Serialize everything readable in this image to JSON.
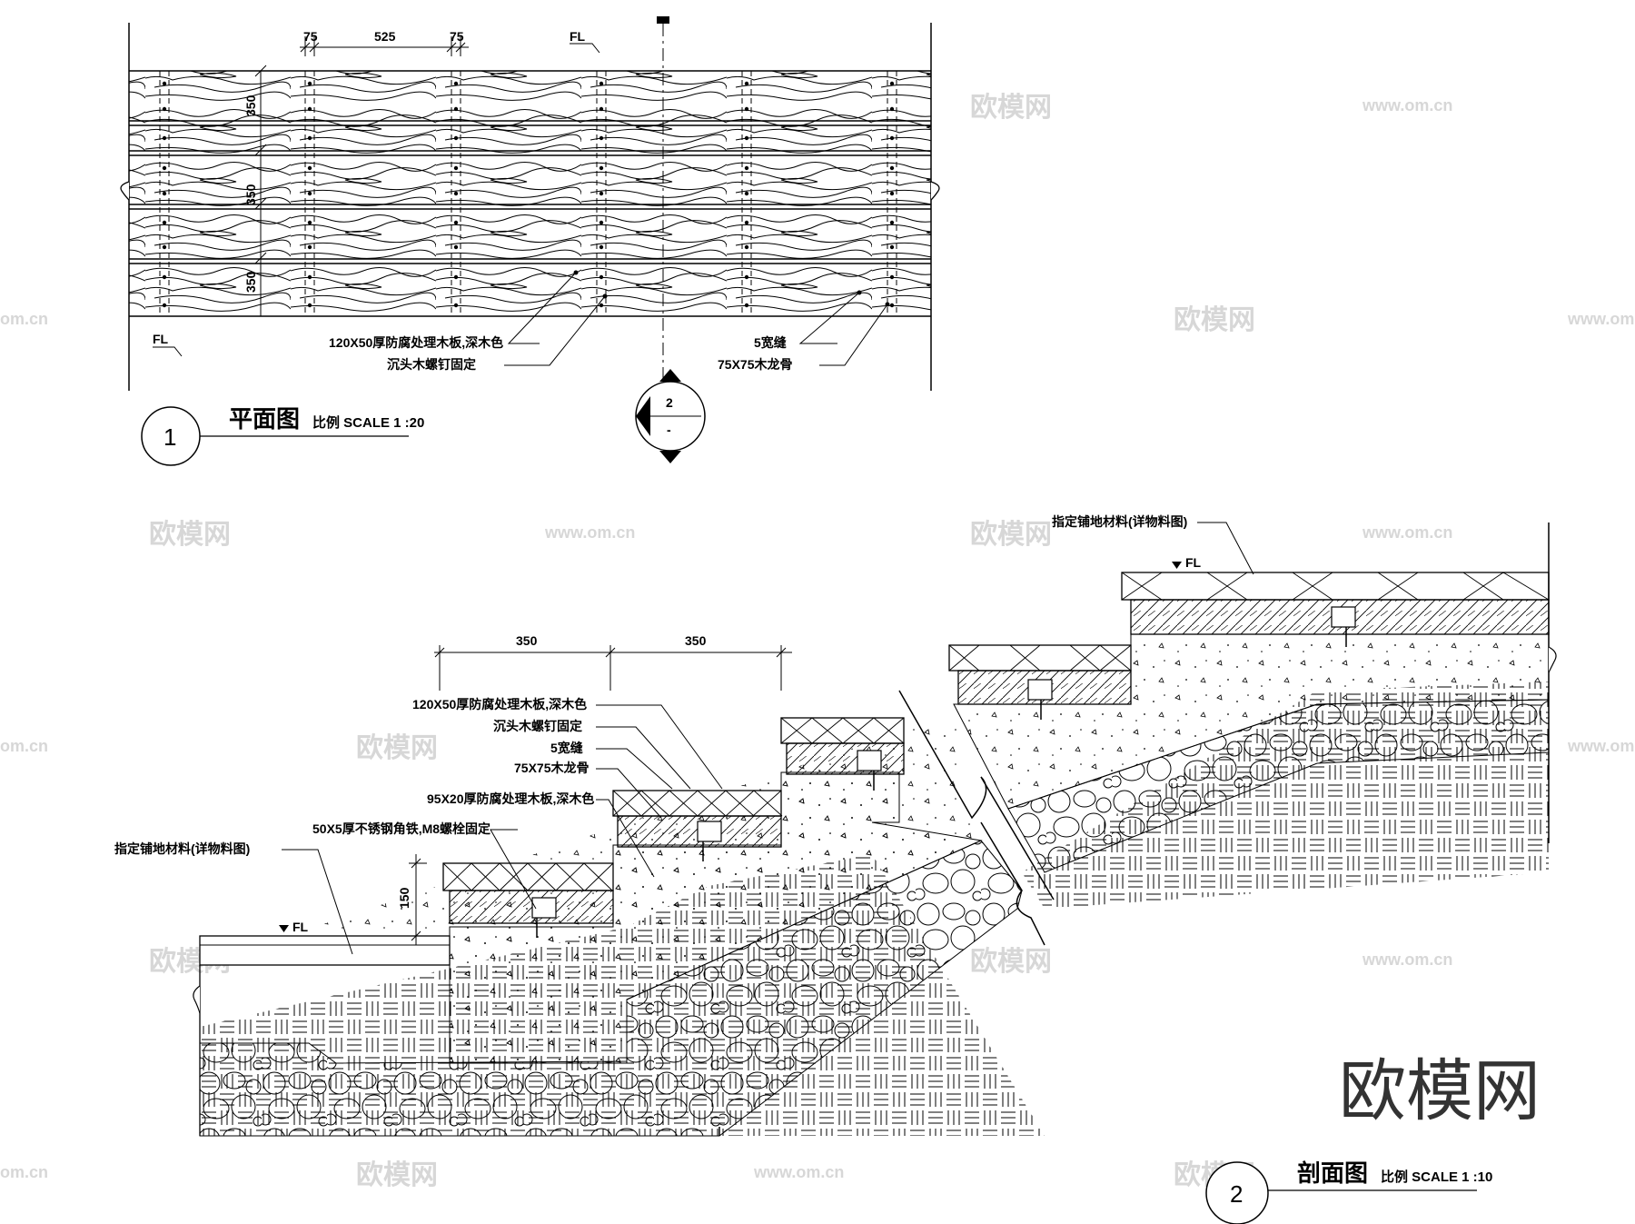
{
  "plan": {
    "dims_top": [
      "75",
      "525",
      "75"
    ],
    "dims_left": [
      "350",
      "350",
      "350"
    ],
    "fl_label_top": "FL",
    "fl_label_bottom": "FL",
    "notes_left": [
      "120X50厚防腐处理木板,深木色",
      "沉头木螺钉固定"
    ],
    "notes_right": [
      "5宽缝",
      "75X75木龙骨"
    ],
    "marker_number": "1",
    "title": "平面图",
    "scale_text": "比例 SCALE 1 :20",
    "section_mark_top": "2",
    "section_mark_bottom": "-"
  },
  "section": {
    "dims": [
      "350",
      "350"
    ],
    "height_dim": "150",
    "notes": [
      "120X50厚防腐处理木板,深木色",
      "沉头木螺钉固定",
      "5宽缝",
      "75X75木龙骨",
      "95X20厚防腐处理木板,深木色",
      "50X5厚不锈钢角铁,M8螺栓固定"
    ],
    "floor_note_left": "指定铺地材料(详物料图)",
    "floor_note_right": "指定铺地材料(详物料图)",
    "fl_label_left": "FL",
    "fl_label_right": "FL",
    "marker_number": "2",
    "title": "剖面图",
    "scale_text": "比例 SCALE 1 :10"
  },
  "watermark": {
    "brand": "欧模网",
    "small": "欧模网",
    "url": "www.om.cn",
    "url_fragment": "om.cn"
  }
}
